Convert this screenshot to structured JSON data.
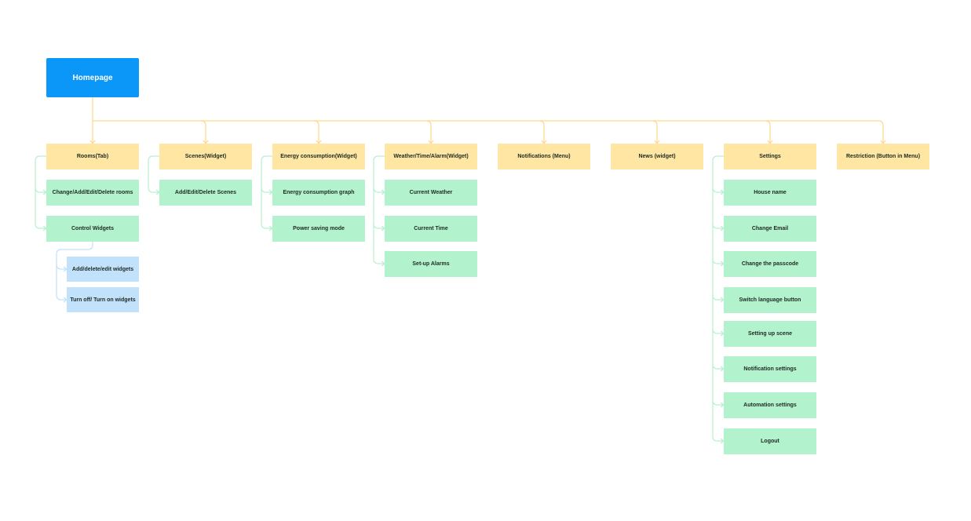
{
  "root": {
    "label": "Homepage"
  },
  "categories": [
    {
      "id": "rooms",
      "label": "Rooms(Tab)",
      "children": [
        {
          "label": "Change/Add/Edit/Delete rooms"
        },
        {
          "label": "Control Widgets",
          "children": [
            {
              "label": "Add/delete/edit widgets"
            },
            {
              "label": "Turn off/ Turn on widgets"
            }
          ]
        }
      ]
    },
    {
      "id": "scenes",
      "label": "Scenes(Widget)",
      "children": [
        {
          "label": "Add/Edit/Delete Scenes"
        }
      ]
    },
    {
      "id": "energy",
      "label": "Energy consumption(Widget)",
      "children": [
        {
          "label": "Energy consumption graph"
        },
        {
          "label": "Power saving mode"
        }
      ]
    },
    {
      "id": "weather",
      "label": "Weather/Time/Alarm(Widget)",
      "children": [
        {
          "label": "Current Weather"
        },
        {
          "label": "Current Time"
        },
        {
          "label": "Set-up Alarms"
        }
      ]
    },
    {
      "id": "notifications",
      "label": "Notifications (Menu)",
      "children": []
    },
    {
      "id": "news",
      "label": "News (widget)",
      "children": []
    },
    {
      "id": "settings",
      "label": "Settings",
      "children": [
        {
          "label": "House name"
        },
        {
          "label": "Change Email"
        },
        {
          "label": "Change the passcode"
        },
        {
          "label": "Switch language button"
        },
        {
          "label": "Setting up scene"
        },
        {
          "label": "Notification settings"
        },
        {
          "label": "Automation settings"
        },
        {
          "label": "Logout"
        }
      ]
    },
    {
      "id": "restriction",
      "label": "Restriction (Button in Menu)",
      "children": []
    }
  ],
  "colors": {
    "root": "#0a97f7",
    "category": "#ffe7a3",
    "leaf": "#b2f2cc",
    "subleaf": "#c2e2fc",
    "line_category": "#fcd98c",
    "line_leaf": "#b9efcf",
    "line_subleaf": "#c2e2fc"
  }
}
